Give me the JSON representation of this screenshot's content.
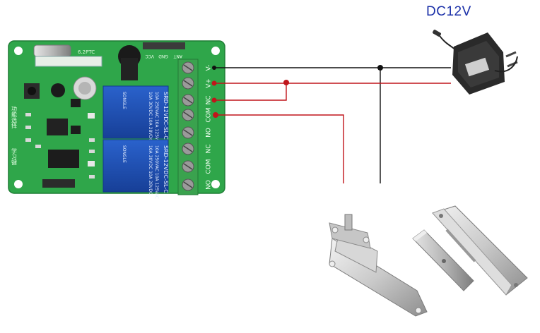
{
  "power": {
    "label": "DC12V"
  },
  "board": {
    "crystal_text": "6.2PTC",
    "header_labels": [
      "ANT",
      "GND",
      "VCC"
    ],
    "terminal_labels": [
      "V-",
      "V+",
      "NC",
      "COM",
      "NO",
      "NC",
      "COM",
      "NO"
    ],
    "relays": [
      {
        "model": "SRD-12VDC-SL-C",
        "ratings": [
          "10A 250VAC  10A 125VAC",
          "10A 30VDC  10A 28VDC"
        ],
        "brand": "SONGLE"
      },
      {
        "model": "SRD-12VDC-SL-C",
        "ratings": [
          "10A 250VAC  10A 125VAC",
          "10A 30VDC  10A 28VDC"
        ],
        "brand": "SONGLE"
      }
    ],
    "side_text_1": "功能选择",
    "side_text_2": "学习键"
  },
  "colors": {
    "pcb": "#2fa64a",
    "terminal": "#3aa24e",
    "relay": "#1d4fb8",
    "wire_neg": "#111111",
    "wire_pos": "#c0151b",
    "label_blue": "#1a2fa8"
  },
  "icons": [
    "power-adapter-icon",
    "electric-bolt-lock-icon",
    "magnetic-lock-armature-icon",
    "magnetic-lock-icon"
  ]
}
